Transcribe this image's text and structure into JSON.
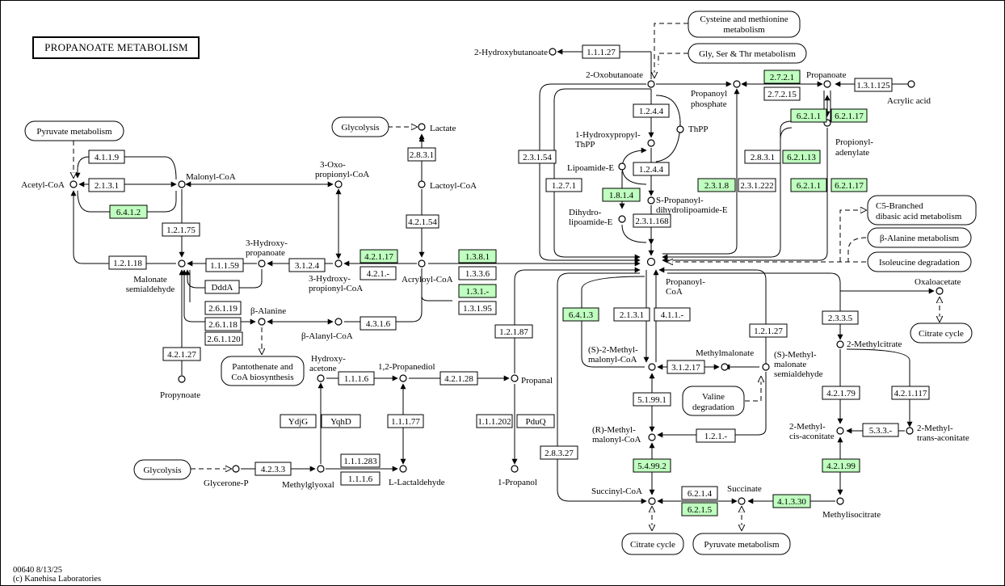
{
  "title": "PROPANOATE METABOLISM",
  "footer": {
    "map_info": "00640 8/13/25",
    "copyright": "(c) Kanehisa Laboratories"
  },
  "colors": {
    "highlight": "#bfffbf",
    "box": "#ffffff",
    "line": "#000000"
  },
  "compounds": {
    "hydroxybutanoate": "2-Hydroxybutanoate",
    "oxobutanoate": "2-Oxobutanoate",
    "propanoyl_phosphate_1": "Propanoyl",
    "propanoyl_phosphate_2": "phosphate",
    "propanoate": "Propanoate",
    "acrylic_acid": "Acrylic acid",
    "propionyl_adenylate_1": "Propionyl-",
    "propionyl_adenylate_2": "adenylate",
    "lactate": "Lactate",
    "lactoyl_coa": "Lactoyl-CoA",
    "hydroxypropyl_thpp_1": "1-Hydroxypropyl-",
    "hydroxypropyl_thpp_2": "ThPP",
    "thpp": "ThPP",
    "lipoamide_e": "Lipoamide-E",
    "s_propanoyl_1": "S-Propanoyl-",
    "s_propanoyl_2": "dihydrolipoamide-E",
    "dihydrolipoamide_1": "Dihydro-",
    "dihydrolipoamide_2": "lipoamide-E",
    "acetyl_coa": "Acetyl-CoA",
    "malonyl_coa": "Malonyl-CoA",
    "oxopropionyl_coa_1": "3-Oxo-",
    "oxopropionyl_coa_2": "propionyl-CoA",
    "hydroxypropanoate_1": "3-Hydroxy-",
    "hydroxypropanoate_2": "propanoate",
    "malonate_semialdehyde_1": "Malonate",
    "malonate_semialdehyde_2": "semialdehyde",
    "hydroxypropionyl_coa_1": "3-Hydroxy-",
    "hydroxypropionyl_coa_2": "propionyl-CoA",
    "acryloyl_coa": "Acryloyl-CoA",
    "propanoyl_coa_1": "Propanoyl-",
    "propanoyl_coa_2": "CoA",
    "beta_alanine": "β-Alanine",
    "beta_alanyl_coa": "β-Alanyl-CoA",
    "propynoate": "Propynoate",
    "hydroxyacetone_1": "Hydroxy-",
    "hydroxyacetone_2": "acetone",
    "propanediol": "1,2-Propanediol",
    "propanal": "Propanal",
    "propanol": "1-Propanol",
    "glycerone_p": "Glycerone-P",
    "methylglyoxal": "Methylglyoxal",
    "l_lactaldehyde": "L-Lactaldehyde",
    "s_methylmalonyl_1": "(S)-2-Methyl-",
    "s_methylmalonyl_2": "malonyl-CoA",
    "methylmalonate": "Methylmalonate",
    "s_methylmalonate_semi_1": "(S)-Methyl-",
    "s_methylmalonate_semi_2": "malonate",
    "s_methylmalonate_semi_3": "semialdehyde",
    "r_methylmalonyl_1": "(R)-Methyl-",
    "r_methylmalonyl_2": "malonyl-CoA",
    "succinyl_coa": "Succinyl-CoA",
    "succinate": "Succinate",
    "oxaloacetate": "Oxaloacetate",
    "methylcitrate": "2-Methylcitrate",
    "cis_aconitate_1": "2-Methyl-",
    "cis_aconitate_2": "cis-aconitate",
    "trans_aconitate_1": "2-Methyl-",
    "trans_aconitate_2": "trans-aconitate",
    "methylisocitrate": "Methylisocitrate"
  },
  "maps": {
    "cysteine_1": "Cysteine and methionine",
    "cysteine_2": "metabolism",
    "gly_ser_thr": "Gly, Ser & Thr metabolism",
    "pyruvate_top": "Pyruvate metabolism",
    "glycolysis_top": "Glycolysis",
    "c5_branched_1": "C5-Branched",
    "c5_branched_2": "dibasic acid metabolism",
    "beta_alanine_met": "β-Alanine metabolism",
    "isoleucine": "Isoleucine degradation",
    "citrate_right": "Citrate cycle",
    "pantothenate_1": "Pantothenate and",
    "pantothenate_2": "CoA biosynthesis",
    "glycolysis_bottom": "Glycolysis",
    "valine_1": "Valine",
    "valine_2": "degradation",
    "citrate_bottom": "Citrate cycle",
    "pyruvate_bottom": "Pyruvate metabolism"
  },
  "enzymes": [
    {
      "label": "1.1.1.27",
      "green": false
    },
    {
      "label": "2.7.2.1",
      "green": true
    },
    {
      "label": "2.7.2.15",
      "green": false
    },
    {
      "label": "1.3.1.125",
      "green": false
    },
    {
      "label": "1.2.4.4",
      "green": false
    },
    {
      "label": "6.2.1.1",
      "green": true
    },
    {
      "label": "6.2.1.17",
      "green": true
    },
    {
      "label": "2.3.1.54",
      "green": false
    },
    {
      "label": "2.8.3.1",
      "green": false
    },
    {
      "label": "6.2.1.13",
      "green": true
    },
    {
      "label": "1.2.4.4",
      "green": false
    },
    {
      "label": "1.2.7.1",
      "green": false
    },
    {
      "label": "2.3.1.8",
      "green": true
    },
    {
      "label": "2.3.1.222",
      "green": false
    },
    {
      "label": "6.2.1.1",
      "green": true
    },
    {
      "label": "6.2.1.17",
      "green": true
    },
    {
      "label": "1.8.1.4",
      "green": true
    },
    {
      "label": "2.3.1.168",
      "green": false
    },
    {
      "label": "2.8.3.1",
      "green": false
    },
    {
      "label": "4.1.1.9",
      "green": false
    },
    {
      "label": "2.1.3.1",
      "green": false
    },
    {
      "label": "6.4.1.2",
      "green": true
    },
    {
      "label": "4.2.1.54",
      "green": false
    },
    {
      "label": "1.2.1.75",
      "green": false
    },
    {
      "label": "1.2.1.18",
      "green": false
    },
    {
      "label": "1.1.1.59",
      "green": false
    },
    {
      "label": "3.1.2.4",
      "green": false
    },
    {
      "label": "4.2.1.17",
      "green": true
    },
    {
      "label": "4.2.1.-",
      "green": false
    },
    {
      "label": "1.3.8.1",
      "green": true
    },
    {
      "label": "1.3.3.6",
      "green": false
    },
    {
      "label": "1.3.1.-",
      "green": true
    },
    {
      "label": "1.3.1.95",
      "green": false
    },
    {
      "label": "DddA",
      "green": false
    },
    {
      "label": "2.6.1.19",
      "green": false
    },
    {
      "label": "2.6.1.18",
      "green": false
    },
    {
      "label": "2.6.1.120",
      "green": false
    },
    {
      "label": "4.3.1.6",
      "green": false
    },
    {
      "label": "4.2.1.27",
      "green": false
    },
    {
      "label": "1.1.1.6",
      "green": false
    },
    {
      "label": "4.2.1.28",
      "green": false
    },
    {
      "label": "YdjG",
      "green": false
    },
    {
      "label": "YqhD",
      "green": false
    },
    {
      "label": "1.1.1.77",
      "green": false
    },
    {
      "label": "1.1.1.202",
      "green": false
    },
    {
      "label": "PduQ",
      "green": false
    },
    {
      "label": "4.2.3.3",
      "green": false
    },
    {
      "label": "1.1.1.283",
      "green": false
    },
    {
      "label": "1.1.1.6",
      "green": false
    },
    {
      "label": "1.2.1.87",
      "green": false
    },
    {
      "label": "6.4.1.3",
      "green": true
    },
    {
      "label": "2.1.3.1",
      "green": false
    },
    {
      "label": "4.1.1.-",
      "green": false
    },
    {
      "label": "1.2.1.27",
      "green": false
    },
    {
      "label": "3.1.2.17",
      "green": false
    },
    {
      "label": "5.1.99.1",
      "green": false
    },
    {
      "label": "1.2.1.-",
      "green": false
    },
    {
      "label": "2.8.3.27",
      "green": false
    },
    {
      "label": "5.4.99.2",
      "green": true
    },
    {
      "label": "6.2.1.4",
      "green": false
    },
    {
      "label": "6.2.1.5",
      "green": true
    },
    {
      "label": "4.1.3.30",
      "green": true
    },
    {
      "label": "2.3.3.5",
      "green": false
    },
    {
      "label": "4.2.1.79",
      "green": false
    },
    {
      "label": "4.2.1.117",
      "green": false
    },
    {
      "label": "5.3.3.-",
      "green": false
    },
    {
      "label": "4.2.1.99",
      "green": true
    }
  ]
}
